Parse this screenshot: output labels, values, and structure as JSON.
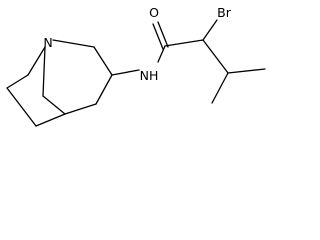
{
  "molecule": {
    "atoms": {
      "n_ring": "N",
      "n_amide": "NH",
      "oxygen": "O",
      "bromine": "Br"
    }
  }
}
